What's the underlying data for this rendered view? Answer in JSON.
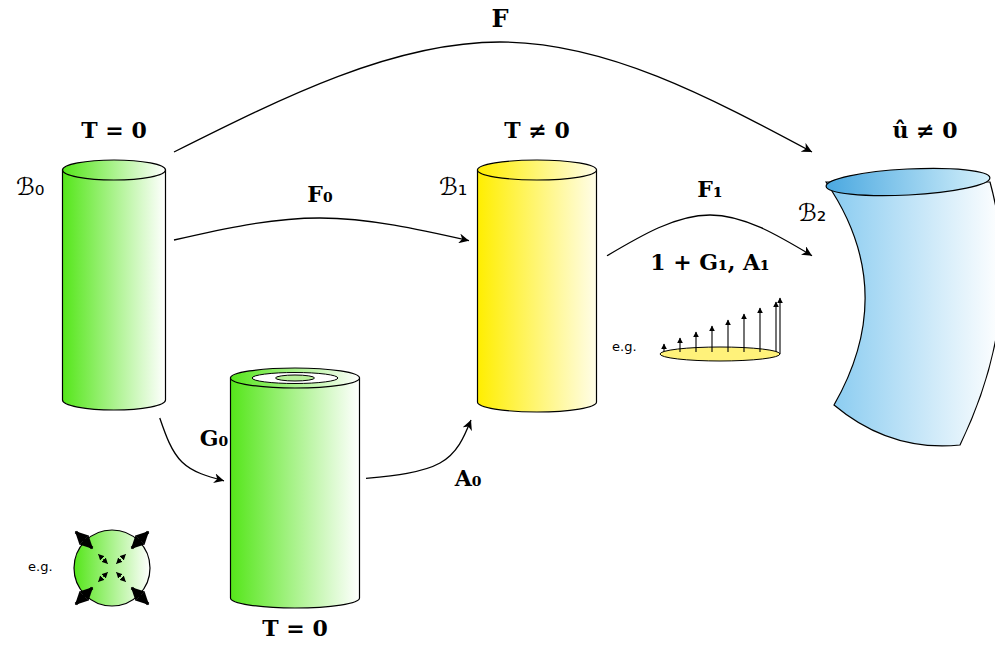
{
  "diagram": {
    "nodes": [
      {
        "text": [
          "T = 0",
          "ℬ₀"
        ]
      },
      {
        "text": [
          "T = 0"
        ]
      },
      {
        "text": [
          "T ≠ 0",
          "ℬ₁"
        ]
      },
      {
        "text": [
          "û ≠ 0",
          "ℬ₂"
        ]
      }
    ],
    "edges": [
      {
        "from": 0,
        "to": 3,
        "arrow": "to",
        "label": "F"
      },
      {
        "from": 0,
        "to": 2,
        "arrow": "to",
        "label": "F₀"
      },
      {
        "from": 0,
        "to": 1,
        "arrow": "to",
        "label": "G₀"
      },
      {
        "from": 1,
        "to": 2,
        "arrow": "to",
        "label": "A₀"
      },
      {
        "from": 2,
        "to": 3,
        "arrow": "to",
        "label": "F₁"
      }
    ],
    "labels": [
      "1 + G₁, A₁",
      "e.g.",
      "e.g."
    ]
  }
}
